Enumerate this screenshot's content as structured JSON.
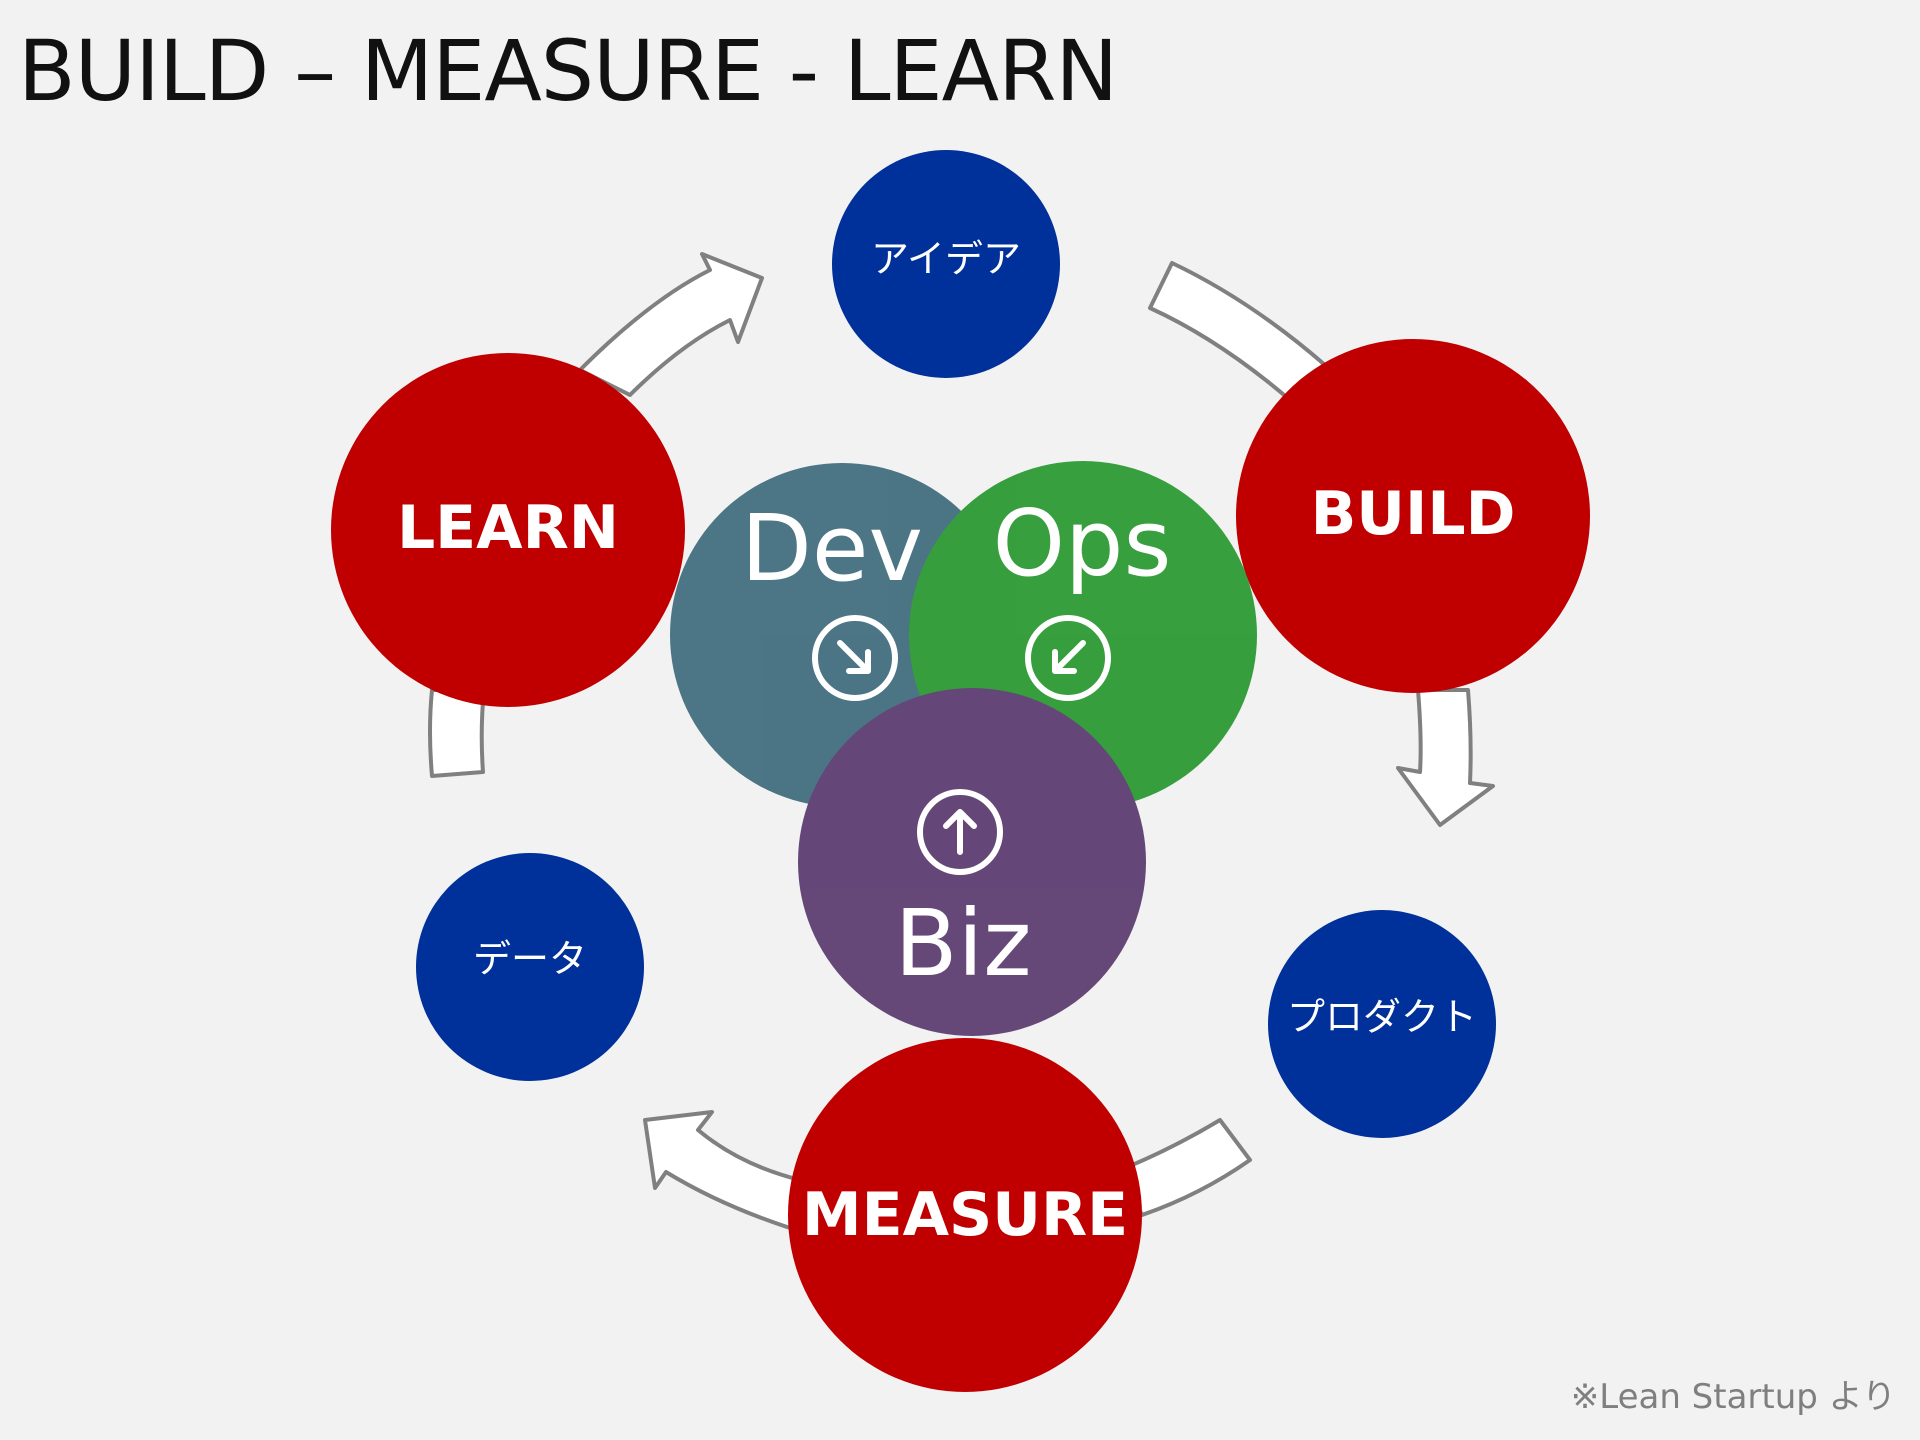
{
  "title": "BUILD – MEASURE - LEARN",
  "source_note": "※Lean Startup より",
  "colors": {
    "phase": "#c00000",
    "artifact": "#00309a",
    "dev": "#2f5f72",
    "ops": "#16901e",
    "biz": "#4c2a63",
    "arrow_stroke": "#808080"
  },
  "phases": {
    "build": "BUILD",
    "measure": "MEASURE",
    "learn": "LEARN"
  },
  "artifacts": {
    "idea": "アイデア",
    "product": "プロダクト",
    "data": "データ"
  },
  "roles": {
    "dev": "Dev",
    "ops": "Ops",
    "biz": "Biz"
  },
  "icons": {
    "dev": "arrow-down-right-icon",
    "ops": "arrow-down-left-icon",
    "biz": "arrow-up-icon"
  }
}
